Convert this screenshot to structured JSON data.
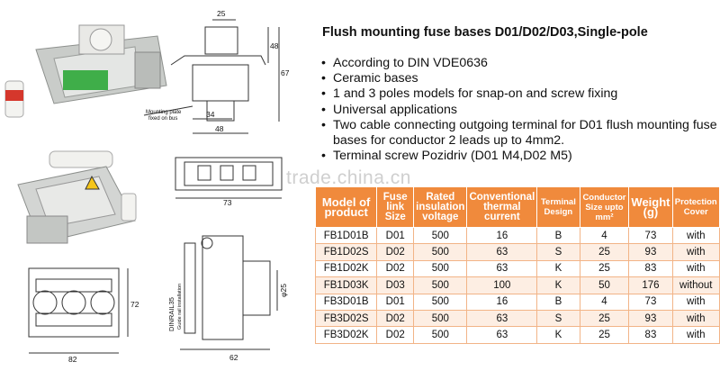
{
  "product": {
    "title": "Flush mounting fuse bases D01/D02/D03,Single-pole",
    "features": [
      "According to DIN VDE0636",
      "Ceramic bases",
      "1 and 3 poles models for snap-on and screw fixing",
      "Universal applications",
      "Two cable connecting outgoing terminal for D01 flush mounting fuse bases for conductor 2 leads up to 4mm2.",
      "Terminal screw Pozidriv (D01 M4,D02 M5)"
    ]
  },
  "watermark": "trade.china.cn",
  "drawing_labels": {
    "dim_25": "25",
    "dim_48_right": "48",
    "dim_67": "67",
    "dim_34": "34",
    "dim_48_bottom": "48",
    "mounting_plate": "Mounting plate",
    "fixed_on_bus": "fixed on bus",
    "dim_73": "73",
    "dinrail": "DINRAIL35",
    "guide_rail": "Guide rail installation",
    "dim_phi25": "φ25",
    "dim_72": "72",
    "dim_82": "82",
    "dim_62": "62"
  },
  "table": {
    "headers": [
      "Model of product",
      "Fuse link Size",
      "Rated insulation voltage",
      "Conventional thermal current",
      "Terminal Design",
      "Conductor Size upto mm²",
      "Weight (g)",
      "Protection Cover"
    ],
    "rows": [
      [
        "FB1D01B",
        "D01",
        "500",
        "16",
        "B",
        "4",
        "73",
        "with"
      ],
      [
        "FB1D02S",
        "D02",
        "500",
        "63",
        "S",
        "25",
        "93",
        "with"
      ],
      [
        "FB1D02K",
        "D02",
        "500",
        "63",
        "K",
        "25",
        "83",
        "with"
      ],
      [
        "FB1D03K",
        "D03",
        "500",
        "100",
        "K",
        "50",
        "176",
        "without"
      ],
      [
        "FB3D01B",
        "D01",
        "500",
        "16",
        "B",
        "4",
        "73",
        "with"
      ],
      [
        "FB3D02S",
        "D02",
        "500",
        "63",
        "S",
        "25",
        "93",
        "with"
      ],
      [
        "FB3D02K",
        "D02",
        "500",
        "63",
        "K",
        "25",
        "83",
        "with"
      ]
    ]
  },
  "colors": {
    "header_orange": "#f08a3c",
    "row_tint": "#fdeee3",
    "green_label": "#3fae49"
  }
}
